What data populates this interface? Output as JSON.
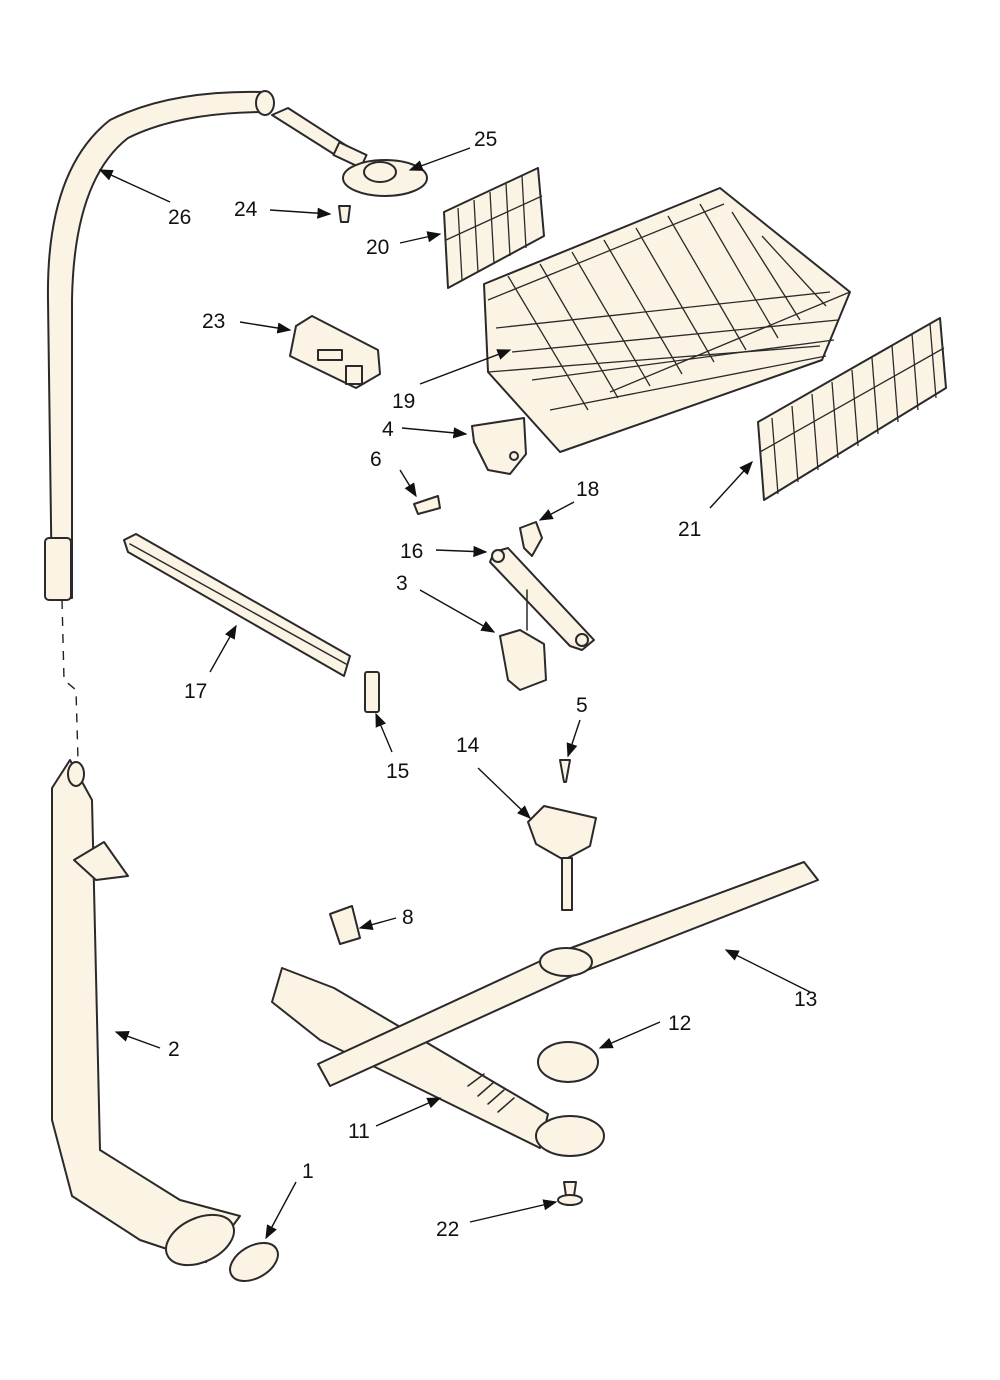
{
  "diagram": {
    "callouts": [
      {
        "id": "c1",
        "text": "1"
      },
      {
        "id": "c2",
        "text": "2"
      },
      {
        "id": "c3",
        "text": "3"
      },
      {
        "id": "c4",
        "text": "4"
      },
      {
        "id": "c5",
        "text": "5"
      },
      {
        "id": "c6",
        "text": "6"
      },
      {
        "id": "c8",
        "text": "8"
      },
      {
        "id": "c11",
        "text": "11"
      },
      {
        "id": "c12",
        "text": "12"
      },
      {
        "id": "c13",
        "text": "13"
      },
      {
        "id": "c14",
        "text": "14"
      },
      {
        "id": "c15",
        "text": "15"
      },
      {
        "id": "c16",
        "text": "16"
      },
      {
        "id": "c17",
        "text": "17"
      },
      {
        "id": "c18",
        "text": "18"
      },
      {
        "id": "c19",
        "text": "19"
      },
      {
        "id": "c20",
        "text": "20"
      },
      {
        "id": "c21",
        "text": "21"
      },
      {
        "id": "c22",
        "text": "22"
      },
      {
        "id": "c23",
        "text": "23"
      },
      {
        "id": "c24",
        "text": "24"
      },
      {
        "id": "c25",
        "text": "25"
      },
      {
        "id": "c26",
        "text": "26"
      }
    ],
    "colors": {
      "part_fill": "#fbf3e4",
      "line": "#2a2a2a",
      "background": "#ffffff"
    }
  }
}
